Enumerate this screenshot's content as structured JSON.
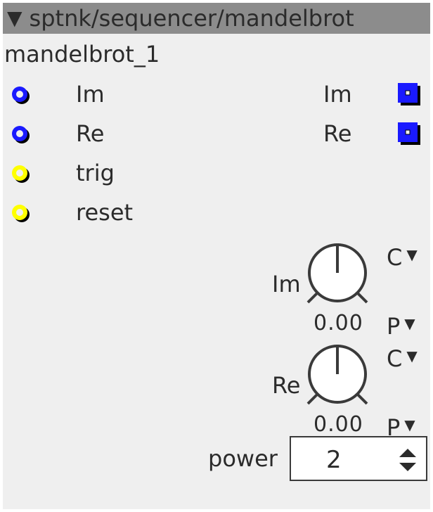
{
  "header": {
    "collapse_glyph": "▼",
    "path": "sptnk/sequencer/mandelbrot"
  },
  "instance_name": "mandelbrot_1",
  "inputs": [
    {
      "label": "Im",
      "color": "#1a1aff"
    },
    {
      "label": "Re",
      "color": "#1a1aff"
    },
    {
      "label": "trig",
      "color": "#ffff00"
    },
    {
      "label": "reset",
      "color": "#ffff00"
    }
  ],
  "outputs": [
    {
      "label": "Im",
      "color": "#1a1aff"
    },
    {
      "label": "Re",
      "color": "#1a1aff"
    }
  ],
  "knobs": [
    {
      "label": "Im",
      "value": "0.00",
      "mode_top": "C",
      "mode_bottom": "P"
    },
    {
      "label": "Re",
      "value": "0.00",
      "mode_top": "C",
      "mode_bottom": "P"
    }
  ],
  "dropdown_glyph": "▼",
  "power": {
    "label": "power",
    "value": "2"
  },
  "colors": {
    "header_bg": "#8c8c8c",
    "panel_bg": "#efefef",
    "cv_port": "#1a1aff",
    "trigger_port": "#ffff00"
  },
  "icons": {
    "input_port": "ring-jack-icon",
    "output_port": "square-jack-icon",
    "knob": "rotary-knob-icon",
    "stepper": "up-down-stepper-icon"
  }
}
